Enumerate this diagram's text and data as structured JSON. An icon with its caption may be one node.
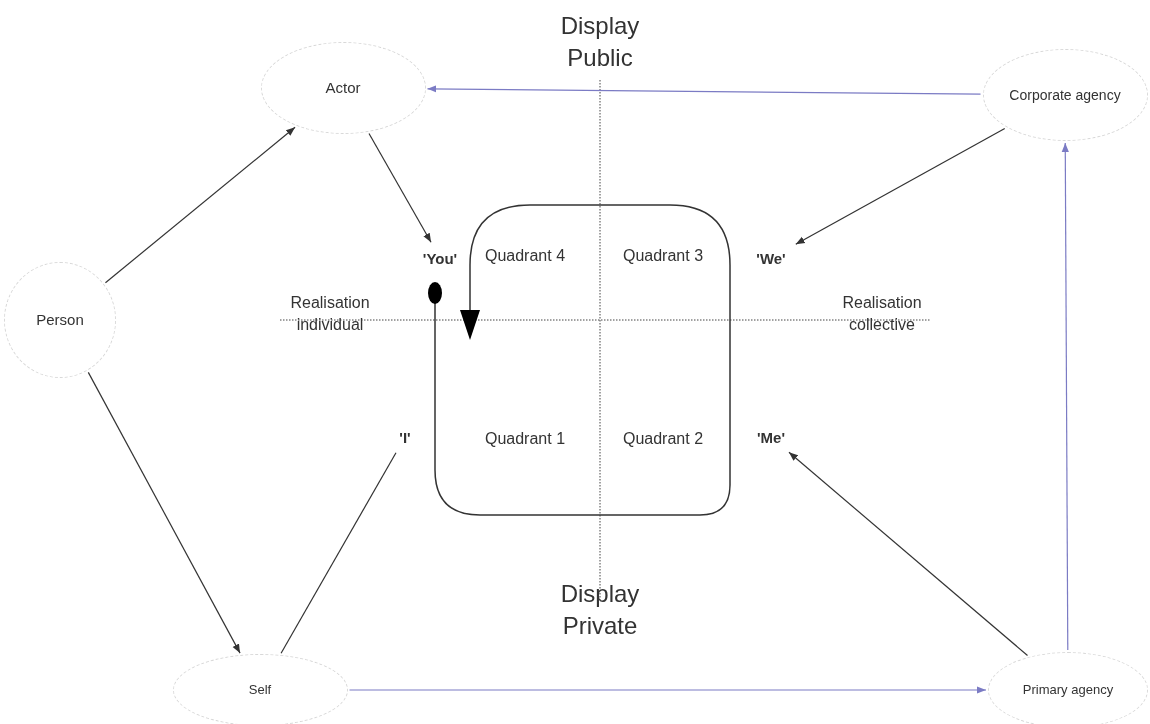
{
  "diagram": {
    "nodes": [
      {
        "text": [
          "Person"
        ]
      },
      {
        "text": [
          "Actor"
        ]
      },
      {
        "text": [
          "Corporate agency"
        ]
      },
      {
        "text": [
          "'You'"
        ]
      },
      {
        "text": [
          "'We'"
        ]
      },
      {
        "text": [
          "'I'"
        ]
      },
      {
        "text": [
          "'Me'"
        ]
      },
      {
        "text": [
          "Self"
        ]
      },
      {
        "text": [
          "Primary agency"
        ]
      }
    ],
    "edges": [
      {
        "from": 0,
        "to": 1,
        "arrow": "to"
      },
      {
        "from": 0,
        "to": 7,
        "arrow": "to"
      },
      {
        "from": 1,
        "to": 3,
        "arrow": "to"
      },
      {
        "from": 2,
        "to": 4,
        "arrow": "to"
      },
      {
        "from": 2,
        "to": 1,
        "arrow": "to",
        "color": "#7b7bc4"
      },
      {
        "from": 7,
        "to": 5,
        "arrow": "none"
      },
      {
        "from": 7,
        "to": 8,
        "arrow": "to",
        "color": "#7b7bc4"
      },
      {
        "from": 8,
        "to": 2,
        "arrow": "to",
        "color": "#7b7bc4"
      },
      {
        "from": 8,
        "to": 6,
        "arrow": "to"
      }
    ],
    "labels": [
      "Display Public",
      "Quadrant 4",
      "Quadrant 3",
      "Realisation individual",
      "Realisation collective",
      "Quadrant 1",
      "Quadrant 2",
      "Display Private"
    ]
  }
}
